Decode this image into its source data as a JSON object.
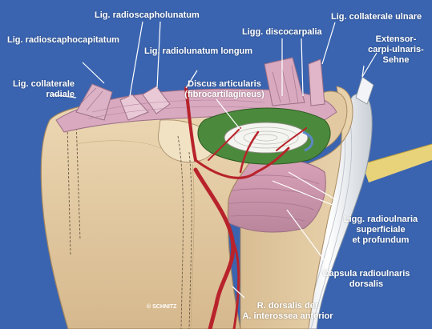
{
  "figure": {
    "background": "#3a64b0",
    "credit": "© SCHNITZ",
    "labels": {
      "radioscapholunatum": "Lig. radioscapholunatum",
      "radioscaphocapitatum": "Lig. radioscaphocapitatum",
      "radiolunatum_longum": "Lig. radiolunatum longum",
      "collaterale_radiale_1": "Lig. collaterale",
      "collaterale_radiale_2": "radiale",
      "discocarpalia": "Ligg. discocarpalia",
      "collaterale_ulnare": "Lig. collaterale ulnare",
      "extensor_1": "Extensor-",
      "extensor_2": "carpi-ulnaris-",
      "extensor_3": "Sehne",
      "discus_1": "Discus articularis",
      "discus_2": "(fibrocartilagíneus)",
      "radioulnaria_1": "Ligg. radioulnaria",
      "radioulnaria_2": "superficiale",
      "radioulnaria_3": "et profundum",
      "capsula_1": "Capsula radioulnaris",
      "capsula_2": "dorsalis",
      "dorsalis_1": "R. dorsalis der",
      "dorsalis_2": "A. interossea anterior"
    }
  }
}
